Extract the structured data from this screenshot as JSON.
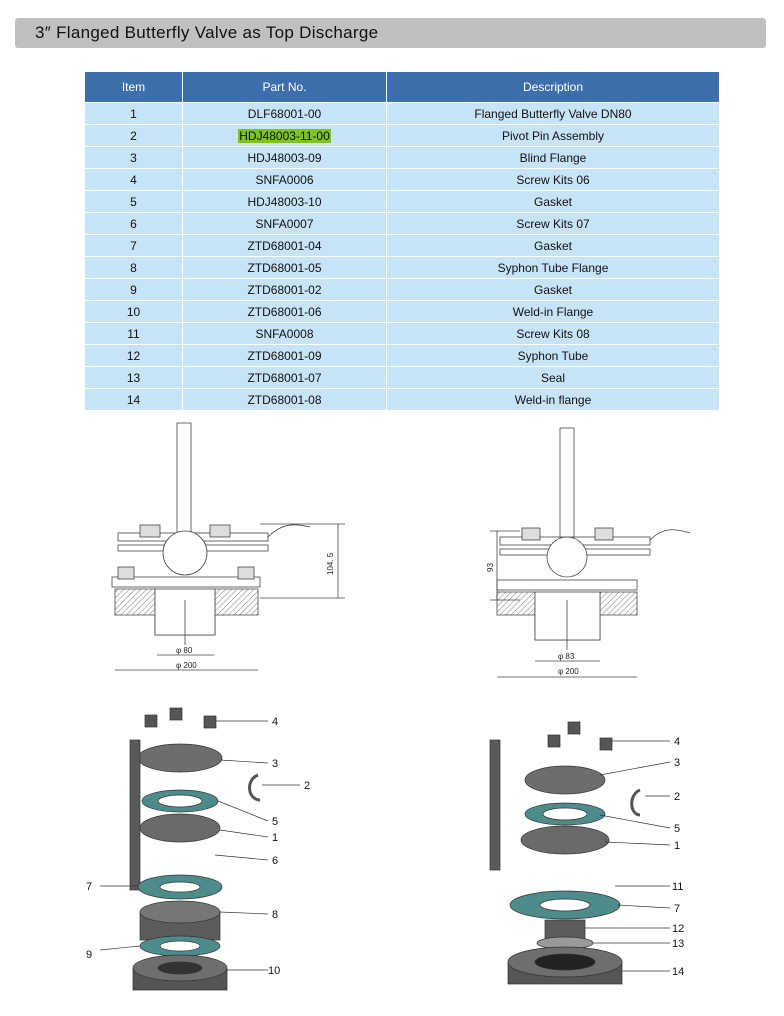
{
  "title": "3″ Flanged Butterfly Valve as Top Discharge",
  "table": {
    "headers": [
      "Item",
      "Part No.",
      "Description"
    ],
    "rows": [
      [
        "1",
        "DLF68001-00",
        "Flanged Butterfly Valve DN80"
      ],
      [
        "2",
        "HDJ48003-11-00",
        "Pivot Pin Assembly"
      ],
      [
        "3",
        "HDJ48003-09",
        "Blind Flange"
      ],
      [
        "4",
        "SNFA0006",
        "Screw Kits 06"
      ],
      [
        "5",
        "HDJ48003-10",
        "Gasket"
      ],
      [
        "6",
        "SNFA0007",
        "Screw Kits 07"
      ],
      [
        "7",
        "ZTD68001-04",
        "Gasket"
      ],
      [
        "8",
        "ZTD68001-05",
        "Syphon Tube Flange"
      ],
      [
        "9",
        "ZTD68001-02",
        "Gasket"
      ],
      [
        "10",
        "ZTD68001-06",
        "Weld-in Flange"
      ],
      [
        "11",
        "SNFA0008",
        "Screw Kits  08"
      ],
      [
        "12",
        "ZTD68001-09",
        "Syphon Tube"
      ],
      [
        "13",
        "ZTD68001-07",
        "Seal"
      ],
      [
        "14",
        "ZTD68001-08",
        "Weld-in flange"
      ]
    ],
    "highlight_color": "#7cc420"
  },
  "drawing_left": {
    "height": "104. 5",
    "inner_dia": "φ 80",
    "outer_dia": "φ 200"
  },
  "drawing_right": {
    "height": "93",
    "inner_dia": "φ 83",
    "outer_dia": "φ 200"
  },
  "callouts_left": [
    "4",
    "3",
    "2",
    "5",
    "1",
    "6",
    "7",
    "8",
    "9",
    "10"
  ],
  "callouts_right": [
    "4",
    "3",
    "2",
    "5",
    "1",
    "11",
    "7",
    "12",
    "13",
    "14"
  ]
}
